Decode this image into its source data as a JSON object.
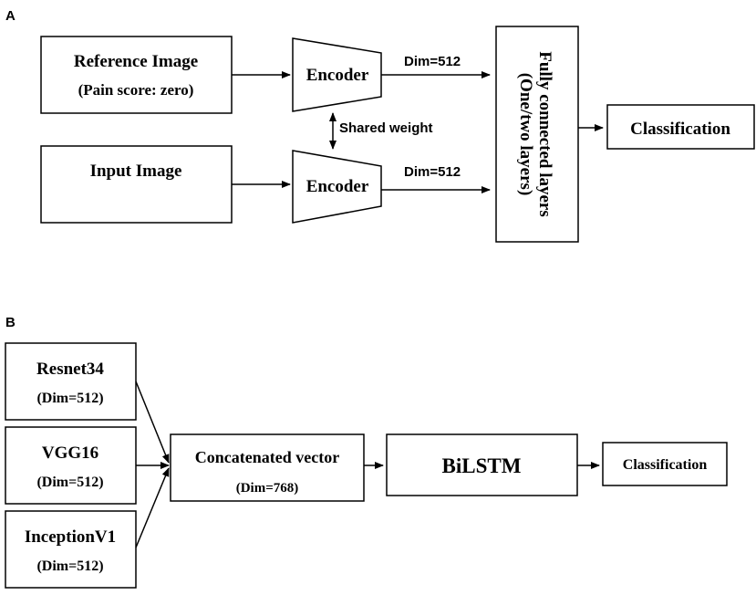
{
  "panel_a": {
    "label": "A",
    "reference_box": {
      "title": "Reference Image",
      "subtitle": "(Pain score: zero)"
    },
    "input_box": {
      "title": "Input Image"
    },
    "encoder_top": "Encoder",
    "encoder_bottom": "Encoder",
    "dim_top": "Dim=512",
    "dim_bottom": "Dim=512",
    "shared_weight": "Shared weight",
    "fc_box": {
      "line1": "Fully connected layers",
      "line2": "(One/two layers)"
    },
    "classification": "Classification"
  },
  "panel_b": {
    "label": "B",
    "models": [
      {
        "name": "Resnet34",
        "dim": "(Dim=512)"
      },
      {
        "name": "VGG16",
        "dim": "(Dim=512)"
      },
      {
        "name": "InceptionV1",
        "dim": "(Dim=512)"
      }
    ],
    "concat": {
      "title": "Concatenated vector",
      "dim": "(Dim=768)"
    },
    "bilstm": "BiLSTM",
    "classification": "Classification"
  }
}
